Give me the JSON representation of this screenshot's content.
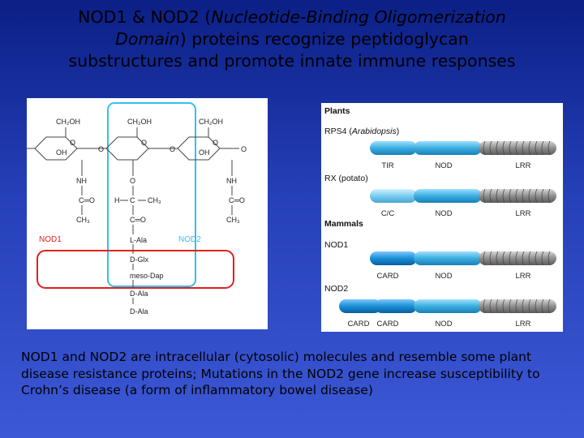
{
  "title": {
    "line1_a": "NOD1 & NOD2 (",
    "line1_b": "Nucleotide-Binding Oligomerization",
    "line2_a": "Domain",
    "line2_b": ") proteins recognize peptidoglycan",
    "line3": "substructures and promote innate immune responses"
  },
  "structure": {
    "ch2oh": [
      "CH₂OH",
      "CH₂OH",
      "CH₂OH"
    ],
    "oh": [
      "OH",
      "OH"
    ],
    "ring_o": [
      "O",
      "O",
      "O"
    ],
    "linkers": [
      "O",
      "O",
      "O"
    ],
    "nh": [
      "NH",
      "NH"
    ],
    "c_eq_o": [
      "C═O",
      "C═O"
    ],
    "ch3": [
      "CH₃",
      "CH₃"
    ],
    "mur_o": "O",
    "mur_h": "H",
    "mur_c": "C",
    "mur_ch3": "CH₃",
    "mur_c_eq_o": "C═O",
    "peptides": [
      "L-Ala",
      "D-Glx",
      "meso-Dap",
      "D-Ala",
      "D-Ala"
    ],
    "nod1_label": "NOD1",
    "nod2_label": "NOD2",
    "nod1_color": "#e02020",
    "nod2_color": "#33c0ee"
  },
  "domains": {
    "plants_heading": "Plants",
    "rps4_name": "RPS4 (",
    "rps4_species": "Arabidopsis",
    "rps4_close": ")",
    "rx_name": "RX (potato)",
    "mammals_heading": "Mammals",
    "nod1_name": "NOD1",
    "nod2_name": "NOD2",
    "rows": [
      {
        "labels": [
          "TIR",
          "NOD",
          "LRR"
        ]
      },
      {
        "labels": [
          "C/C",
          "NOD",
          "LRR"
        ]
      },
      {
        "labels": [
          "CARD",
          "NOD",
          "LRR"
        ]
      },
      {
        "labels": [
          "CARD",
          "CARD",
          "NOD",
          "LRR"
        ]
      }
    ],
    "colors": {
      "tir": "#3aaee0",
      "cc": "#7acdf0",
      "card": "#1a8fd6",
      "nod": "#3aaee0",
      "lrr": "#8f8f8f"
    }
  },
  "caption": "NOD1 and NOD2 are intracellular (cytosolic) molecules and resemble some plant disease resistance proteins;  Mutations in the NOD2 gene increase susceptibility to Crohn’s disease (a form of inflammatory bowel disease)"
}
